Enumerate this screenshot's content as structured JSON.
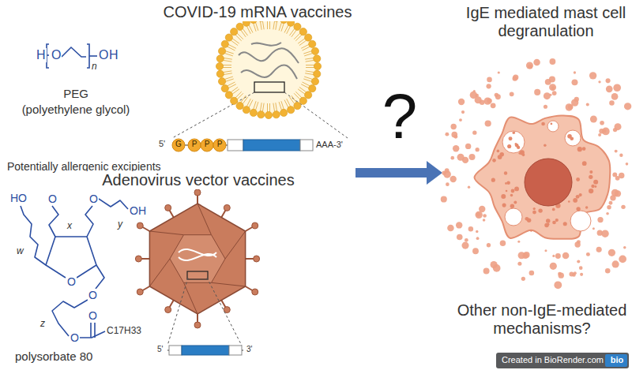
{
  "diagram": {
    "labels": [
      "COVID-19 mRNA vaccines",
      "H",
      "O",
      "n",
      "O",
      "H",
      "PEG",
      "(polyethylene glycol)",
      "Potentially allergenic excipients",
      "5'",
      "G",
      "P",
      "P",
      "P",
      "AAA-3'",
      "Adenovirus vector vaccines",
      "HO",
      "O",
      "x",
      "O",
      "OH",
      "y",
      "w",
      "O",
      "O",
      "z",
      "O",
      "O",
      "C17H33",
      "polysorbate 80",
      "5'",
      "3'",
      "?",
      "IgE mediated mast cell degranulation",
      "Other non-IgE-mediated mechanisms?",
      "Created in BioRender.com",
      "bio"
    ]
  }
}
